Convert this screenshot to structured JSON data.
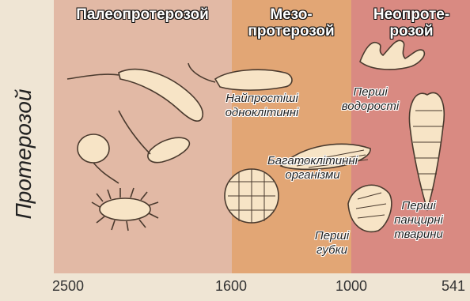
{
  "axis_label": "Протерозой",
  "eras": [
    {
      "label": "Палеопротерозой"
    },
    {
      "label": "Мезо-\nпротерозой"
    },
    {
      "label": "Неопроте-\nрозой"
    }
  ],
  "captions": {
    "protists": "Найпростіші\nодноклітинні",
    "algae": "Перші\nводорості",
    "multicellular": "Багатоклітинні\nорганізми",
    "sponges": "Перші\nгубки",
    "shelled": "Перші\nпанцирні\nтварини"
  },
  "ticks": [
    "2500",
    "1600",
    "1000",
    "541"
  ],
  "colors": {
    "paleo": "#e2b9a5",
    "meso": "#e2a675",
    "neo": "#d98a82",
    "organism_fill": "#f7e4c6",
    "organism_stroke": "#4a3a2e"
  }
}
